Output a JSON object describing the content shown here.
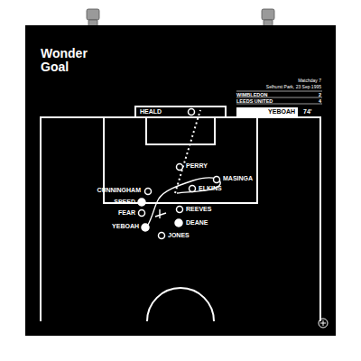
{
  "diagram": {
    "title": "Wonder Goal",
    "labels": [
      "Matchday 7",
      "Selhurst Park, 23 Sep 1995",
      "WIMBLEDON",
      "2",
      "LEEDS UNITED",
      "4",
      "YEBOAH",
      "74'",
      "HEALD",
      "PERRY",
      "MASINGA",
      "ELKINS",
      "CUNNINGHAM",
      "SPEED",
      "FEAR",
      "REEVES",
      "YEBOAH",
      "DEANE",
      "JONES"
    ]
  }
}
